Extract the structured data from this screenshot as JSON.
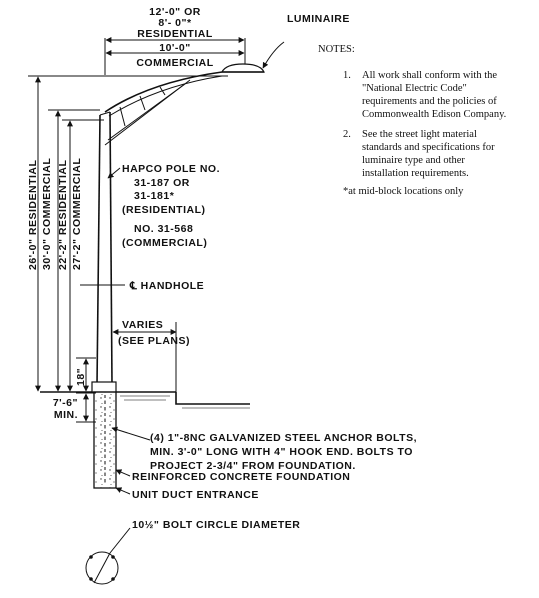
{
  "dimensions": {
    "arm_residential_line1": "12'-0\" OR",
    "arm_residential_line2": "8'- 0\"*",
    "arm_residential_label": "RESIDENTIAL",
    "arm_commercial_line1": "10'-0\"",
    "arm_commercial_label": "COMMERCIAL",
    "height_26": "26'-0\" RESIDENTIAL",
    "height_30": "30'-0\" COMMERCIAL",
    "height_22": "22'-2\" RESIDENTIAL",
    "height_27": "27'-2\" COMMERCIAL",
    "base_18": "18\"",
    "depth_line1": "7'-6\"",
    "depth_line2": "MIN."
  },
  "callouts": {
    "luminaire": "LUMINAIRE",
    "pole_line1": "HAPCO POLE NO.",
    "pole_line2": "31-187 OR",
    "pole_line3": "31-181*",
    "pole_line4": "(RESIDENTIAL)",
    "pole_line5": "NO. 31-568",
    "pole_line6": "(COMMERCIAL)",
    "handhole": "℄ HANDHOLE",
    "varies_line1": "VARIES",
    "varies_line2": "(SEE PLANS)",
    "anchor_line1": "(4) 1\"-8NC GALVANIZED STEEL ANCHOR BOLTS,",
    "anchor_line2": "MIN. 3'-0\" LONG WITH 4\" HOOK END. BOLTS TO",
    "anchor_line3": "PROJECT 2-3/4\" FROM FOUNDATION.",
    "foundation": "REINFORCED CONCRETE FOUNDATION",
    "duct": "UNIT DUCT ENTRANCE",
    "bolt_circle": "10½\" BOLT CIRCLE DIAMETER"
  },
  "notes": {
    "heading": "NOTES:",
    "n1_num": "1.",
    "n1_line1": "All work shall conform with the",
    "n1_line2": "\"National Electric Code\"",
    "n1_line3": "requirements and the policies of",
    "n1_line4": "Commonwealth Edison Company.",
    "n2_num": "2.",
    "n2_line1": "See the street light material",
    "n2_line2": "standards and specifications for",
    "n2_line3": "luminaire type and other",
    "n2_line4": "installation requirements.",
    "footnote": "*at mid-block locations only"
  }
}
